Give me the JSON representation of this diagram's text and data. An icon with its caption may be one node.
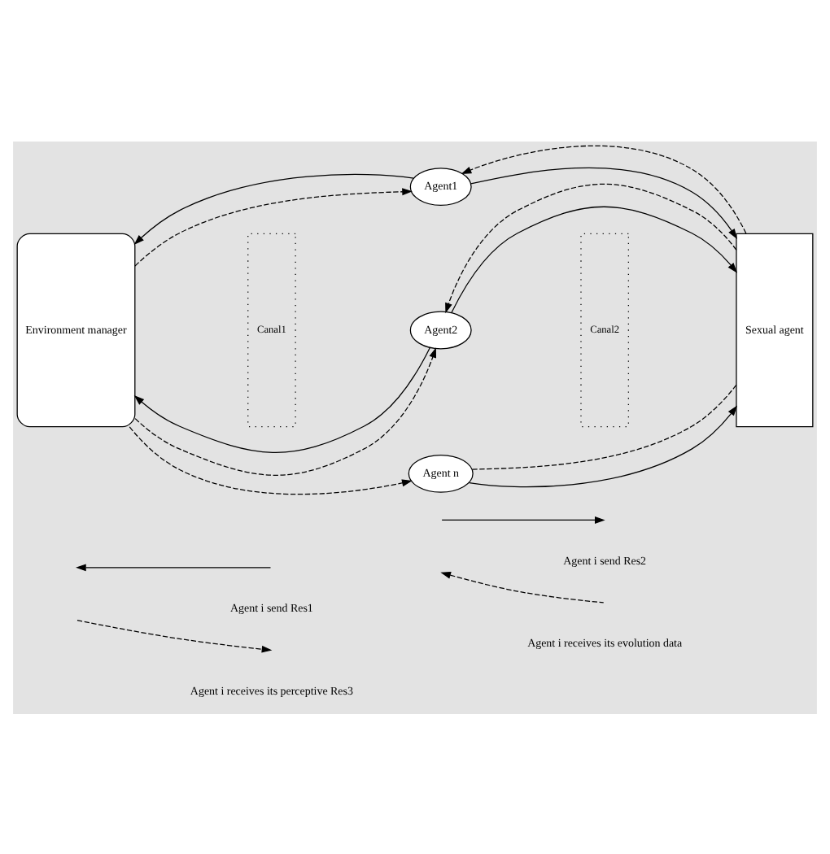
{
  "diagram": {
    "nodes": [
      {
        "text": [
          "Environment manager"
        ]
      },
      {
        "text": [
          "Canal1"
        ]
      },
      {
        "text": [
          "Agent1"
        ]
      },
      {
        "text": [
          "Agent2"
        ]
      },
      {
        "text": [
          "Agent n"
        ]
      },
      {
        "text": [
          "Canal2"
        ]
      },
      {
        "text": [
          "Sexual agent"
        ]
      }
    ],
    "edges": [
      {
        "from": 0,
        "to": 2,
        "arrow": "to",
        "style": "dashed"
      },
      {
        "from": 2,
        "to": 0,
        "arrow": "to"
      },
      {
        "from": 0,
        "to": 3,
        "arrow": "to",
        "style": "dashed"
      },
      {
        "from": 3,
        "to": 0,
        "arrow": "to"
      },
      {
        "from": 0,
        "to": 4,
        "arrow": "to",
        "style": "dashed"
      },
      {
        "from": 2,
        "to": 6,
        "arrow": "to"
      },
      {
        "from": 6,
        "to": 2,
        "arrow": "to",
        "style": "dashed"
      },
      {
        "from": 3,
        "to": 6,
        "arrow": "to"
      },
      {
        "from": 6,
        "to": 3,
        "arrow": "to",
        "style": "dashed"
      },
      {
        "from": 4,
        "to": 6,
        "arrow": "to"
      },
      {
        "from": 4,
        "to": 6,
        "arrow": "none",
        "style": "dashed"
      }
    ],
    "legend": [
      {
        "text": "Agent i send Res1"
      },
      {
        "text": "Agent i send Res2"
      },
      {
        "text": "Agent i receives its perceptive Res3"
      },
      {
        "text": "Agent i receives its evolution data"
      }
    ]
  }
}
